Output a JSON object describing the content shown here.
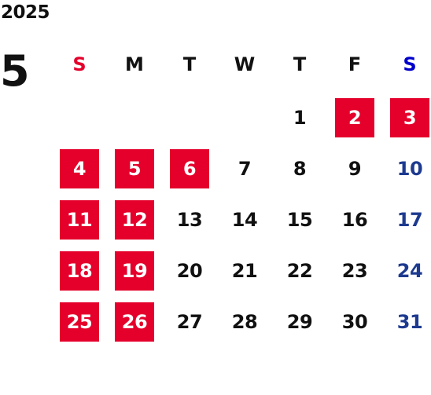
{
  "calendar": {
    "year": "2025",
    "month": "5",
    "weekdays": [
      "S",
      "M",
      "T",
      "W",
      "T",
      "F",
      "S"
    ],
    "weekday_colors": [
      "#e4002b",
      "#111111",
      "#111111",
      "#111111",
      "#111111",
      "#111111",
      "#0000cc"
    ],
    "colors": {
      "holiday_bg": "#e4002b",
      "holiday_text": "#ffffff",
      "saturday_text": "#1d3a8f",
      "normal_text": "#111111"
    },
    "weeks": [
      [
        {
          "day": ""
        },
        {
          "day": ""
        },
        {
          "day": ""
        },
        {
          "day": ""
        },
        {
          "day": "1",
          "type": "normal"
        },
        {
          "day": "2",
          "type": "holiday"
        },
        {
          "day": "3",
          "type": "holiday"
        }
      ],
      [
        {
          "day": "4",
          "type": "holiday"
        },
        {
          "day": "5",
          "type": "holiday"
        },
        {
          "day": "6",
          "type": "holiday"
        },
        {
          "day": "7",
          "type": "normal"
        },
        {
          "day": "8",
          "type": "normal"
        },
        {
          "day": "9",
          "type": "normal"
        },
        {
          "day": "10",
          "type": "sat"
        }
      ],
      [
        {
          "day": "11",
          "type": "holiday"
        },
        {
          "day": "12",
          "type": "holiday"
        },
        {
          "day": "13",
          "type": "normal"
        },
        {
          "day": "14",
          "type": "normal"
        },
        {
          "day": "15",
          "type": "normal"
        },
        {
          "day": "16",
          "type": "normal"
        },
        {
          "day": "17",
          "type": "sat"
        }
      ],
      [
        {
          "day": "18",
          "type": "holiday"
        },
        {
          "day": "19",
          "type": "holiday"
        },
        {
          "day": "20",
          "type": "normal"
        },
        {
          "day": "21",
          "type": "normal"
        },
        {
          "day": "22",
          "type": "normal"
        },
        {
          "day": "23",
          "type": "normal"
        },
        {
          "day": "24",
          "type": "sat"
        }
      ],
      [
        {
          "day": "25",
          "type": "holiday"
        },
        {
          "day": "26",
          "type": "holiday"
        },
        {
          "day": "27",
          "type": "normal"
        },
        {
          "day": "28",
          "type": "normal"
        },
        {
          "day": "29",
          "type": "normal"
        },
        {
          "day": "30",
          "type": "normal"
        },
        {
          "day": "31",
          "type": "sat"
        }
      ]
    ]
  }
}
